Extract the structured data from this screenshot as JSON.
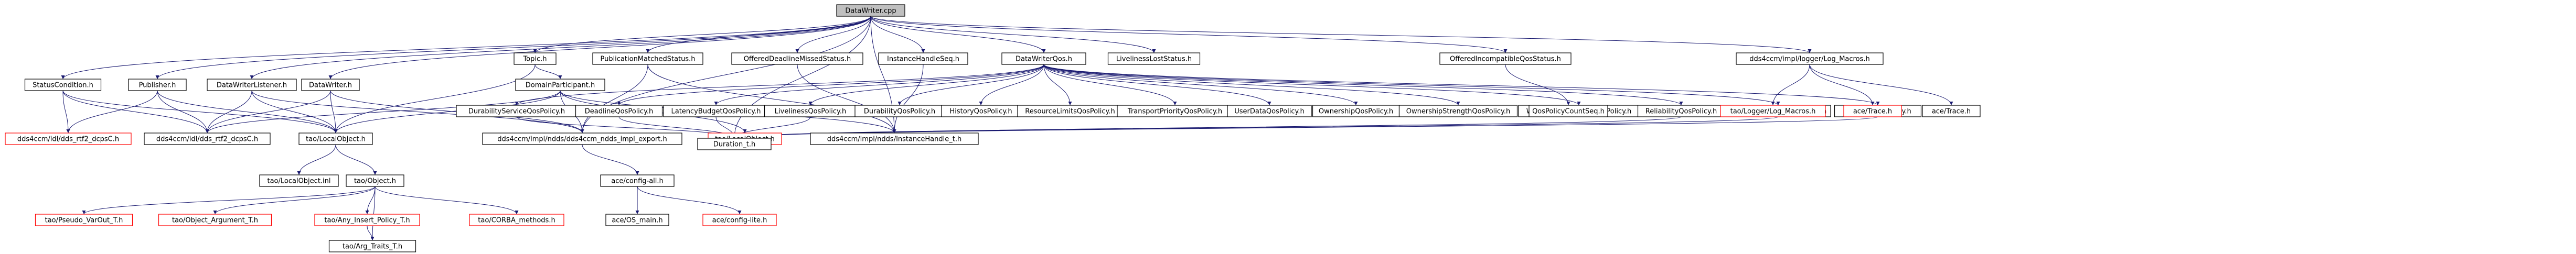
{
  "diagram": {
    "type": "include-dependency-graph",
    "nodes": [
      {
        "id": "root",
        "label": "DataWriter.cpp",
        "kind": "root"
      },
      {
        "id": "StatusCondition",
        "label": "StatusCondition.h",
        "kind": "normal"
      },
      {
        "id": "Publisher",
        "label": "Publisher.h",
        "kind": "normal"
      },
      {
        "id": "DataWriterListener",
        "label": "DataWriterListener.h",
        "kind": "normal"
      },
      {
        "id": "DataWriterH",
        "label": "DataWriter.h",
        "kind": "normal"
      },
      {
        "id": "TopicH",
        "label": "Topic.h",
        "kind": "normal"
      },
      {
        "id": "DomainParticipant",
        "label": "DomainParticipant.h",
        "kind": "normal"
      },
      {
        "id": "PubMatched",
        "label": "PublicationMatchedStatus.h",
        "kind": "normal"
      },
      {
        "id": "OfferedDeadline",
        "label": "OfferedDeadlineMissedStatus.h",
        "kind": "normal"
      },
      {
        "id": "InstanceHandleSeq",
        "label": "InstanceHandleSeq.h",
        "kind": "normal"
      },
      {
        "id": "dcps_stub",
        "label": "dds4ccm/idl/dds_rtf2_dcpsC.h",
        "kind": "missing"
      },
      {
        "id": "dcps_dir",
        "label": "dds4ccm/idl/dds_rtf2_dcpsC.h",
        "kind": "normal"
      },
      {
        "id": "LocalObject",
        "label": "tao/LocalObject.h",
        "kind": "normal"
      },
      {
        "id": "ndds_export",
        "label": "dds4ccm/impl/ndds/dds4ccm_ndds_impl_export.h",
        "kind": "normal"
      },
      {
        "id": "LocalObject2",
        "label": "tao/LocalObject.h",
        "kind": "missing"
      },
      {
        "id": "InstanceHandle",
        "label": "dds4ccm/impl/ndds/InstanceHandle_t.h",
        "kind": "normal"
      },
      {
        "id": "LocalObjectInl",
        "label": "tao/LocalObject.inl",
        "kind": "normal"
      },
      {
        "id": "ObjectH",
        "label": "tao/Object.h",
        "kind": "normal"
      },
      {
        "id": "PseudoVarOut",
        "label": "tao/Pseudo_VarOut_T.h",
        "kind": "missing"
      },
      {
        "id": "ObjArgument",
        "label": "tao/Object_Argument_T.h",
        "kind": "missing"
      },
      {
        "id": "AnyInsert",
        "label": "tao/Any_Insert_Policy_T.h",
        "kind": "missing"
      },
      {
        "id": "CorbaMethods",
        "label": "tao/CORBA_methods.h",
        "kind": "missing"
      },
      {
        "id": "ArgTraits",
        "label": "tao/Arg_Traits_T.h",
        "kind": "normal"
      },
      {
        "id": "AceConfigAll",
        "label": "ace/config-all.h",
        "kind": "normal"
      },
      {
        "id": "AceOSmain",
        "label": "ace/OS_main.h",
        "kind": "normal"
      },
      {
        "id": "AceConfigLite",
        "label": "ace/config-lite.h",
        "kind": "missing"
      },
      {
        "id": "DataWriterQos",
        "label": "DataWriterQos.h",
        "kind": "normal"
      },
      {
        "id": "LivelinessLost",
        "label": "LivelinessLostStatus.h",
        "kind": "normal"
      },
      {
        "id": "OfferedIncompat",
        "label": "OfferedIncompatibleQosStatus.h",
        "kind": "normal"
      },
      {
        "id": "LoggerMacros",
        "label": "dds4ccm/impl/logger/Log_Macros.h",
        "kind": "normal"
      },
      {
        "id": "DurabilityService",
        "label": "DurabilityServiceQosPolicy.h",
        "kind": "normal"
      },
      {
        "id": "Deadline",
        "label": "DeadlineQosPolicy.h",
        "kind": "normal"
      },
      {
        "id": "LatencyBudget",
        "label": "LatencyBudgetQosPolicy.h",
        "kind": "normal"
      },
      {
        "id": "Liveliness",
        "label": "LivelinessQosPolicy.h",
        "kind": "normal"
      },
      {
        "id": "Durability",
        "label": "DurabilityQosPolicy.h",
        "kind": "normal"
      },
      {
        "id": "History",
        "label": "HistoryQosPolicy.h",
        "kind": "normal"
      },
      {
        "id": "ResourceLimits",
        "label": "ResourceLimitsQosPolicy.h",
        "kind": "normal"
      },
      {
        "id": "TransportPriority",
        "label": "TransportPriorityQosPolicy.h",
        "kind": "normal"
      },
      {
        "id": "UserData",
        "label": "UserDataQosPolicy.h",
        "kind": "normal"
      },
      {
        "id": "Ownership",
        "label": "OwnershipQosPolicy.h",
        "kind": "normal"
      },
      {
        "id": "OwnershipStrength",
        "label": "OwnershipStrengthQosPolicy.h",
        "kind": "normal"
      },
      {
        "id": "WriterDataLifecycle",
        "label": "WriterDataLifecycleQosPolicy.h",
        "kind": "normal"
      },
      {
        "id": "Reliability",
        "label": "ReliabilityQosPolicy.h",
        "kind": "normal"
      },
      {
        "id": "DestinationOrder",
        "label": "DestinationOrderQosPolicy.h",
        "kind": "normal"
      },
      {
        "id": "Lifespan",
        "label": "LifespanQosPolicy.h",
        "kind": "normal"
      },
      {
        "id": "QosPolicyCountSeq",
        "label": "QosPolicyCountSeq.h",
        "kind": "normal"
      },
      {
        "id": "Duration",
        "label": "Duration_t.h",
        "kind": "normal"
      },
      {
        "id": "TaoLogger",
        "label": "tao/Logger/Log_Macros.h",
        "kind": "missing"
      },
      {
        "id": "AceTrace",
        "label": "ace/Trace.h",
        "kind": "missing"
      },
      {
        "id": "AceTrace2",
        "label": "ace/Trace.h",
        "kind": "normal"
      }
    ],
    "edges": [
      [
        "root",
        "StatusCondition"
      ],
      [
        "root",
        "Publisher"
      ],
      [
        "root",
        "DataWriterListener"
      ],
      [
        "root",
        "DataWriterH"
      ],
      [
        "root",
        "TopicH"
      ],
      [
        "root",
        "PubMatched"
      ],
      [
        "root",
        "OfferedDeadline"
      ],
      [
        "root",
        "InstanceHandleSeq"
      ],
      [
        "root",
        "DataWriterQos"
      ],
      [
        "root",
        "LivelinessLost"
      ],
      [
        "root",
        "OfferedIncompat"
      ],
      [
        "root",
        "LoggerMacros"
      ],
      [
        "root",
        "InstanceHandle"
      ],
      [
        "root",
        "Duration"
      ],
      [
        "root",
        "ndds_export"
      ],
      [
        "StatusCondition",
        "dcps_stub"
      ],
      [
        "StatusCondition",
        "dcps_dir"
      ],
      [
        "StatusCondition",
        "LocalObject"
      ],
      [
        "Publisher",
        "dcps_stub"
      ],
      [
        "Publisher",
        "dcps_dir"
      ],
      [
        "Publisher",
        "LocalObject"
      ],
      [
        "DataWriterListener",
        "dcps_dir"
      ],
      [
        "DataWriterListener",
        "LocalObject"
      ],
      [
        "DataWriterListener",
        "ndds_export"
      ],
      [
        "DataWriterH",
        "dcps_dir"
      ],
      [
        "DataWriterH",
        "LocalObject"
      ],
      [
        "DataWriterH",
        "ndds_export"
      ],
      [
        "TopicH",
        "DomainParticipant"
      ],
      [
        "TopicH",
        "LocalObject"
      ],
      [
        "DomainParticipant",
        "dcps_dir"
      ],
      [
        "DomainParticipant",
        "LocalObject"
      ],
      [
        "DomainParticipant",
        "ndds_export"
      ],
      [
        "DomainParticipant",
        "LocalObject2"
      ],
      [
        "DomainParticipant",
        "InstanceHandle"
      ],
      [
        "PubMatched",
        "ndds_export"
      ],
      [
        "PubMatched",
        "InstanceHandle"
      ],
      [
        "OfferedDeadline",
        "InstanceHandle"
      ],
      [
        "InstanceHandleSeq",
        "InstanceHandle"
      ],
      [
        "LocalObject",
        "LocalObjectInl"
      ],
      [
        "LocalObject",
        "ObjectH"
      ],
      [
        "ObjectH",
        "PseudoVarOut"
      ],
      [
        "ObjectH",
        "ObjArgument"
      ],
      [
        "ObjectH",
        "AnyInsert"
      ],
      [
        "ObjectH",
        "CorbaMethods"
      ],
      [
        "ObjectH",
        "ArgTraits"
      ],
      [
        "AnyInsert",
        "ArgTraits"
      ],
      [
        "ndds_export",
        "AceConfigAll"
      ],
      [
        "AceConfigAll",
        "AceOSmain"
      ],
      [
        "AceConfigAll",
        "AceConfigLite"
      ],
      [
        "DataWriterQos",
        "DurabilityService"
      ],
      [
        "DataWriterQos",
        "Deadline"
      ],
      [
        "DataWriterQos",
        "LatencyBudget"
      ],
      [
        "DataWriterQos",
        "Liveliness"
      ],
      [
        "DataWriterQos",
        "Durability"
      ],
      [
        "DataWriterQos",
        "History"
      ],
      [
        "DataWriterQos",
        "ResourceLimits"
      ],
      [
        "DataWriterQos",
        "TransportPriority"
      ],
      [
        "DataWriterQos",
        "UserData"
      ],
      [
        "DataWriterQos",
        "Ownership"
      ],
      [
        "DataWriterQos",
        "OwnershipStrength"
      ],
      [
        "DataWriterQos",
        "WriterDataLifecycle"
      ],
      [
        "DataWriterQos",
        "Reliability"
      ],
      [
        "DataWriterQos",
        "DestinationOrder"
      ],
      [
        "DataWriterQos",
        "Lifespan"
      ],
      [
        "DurabilityService",
        "Duration"
      ],
      [
        "Deadline",
        "Duration"
      ],
      [
        "LatencyBudget",
        "Duration"
      ],
      [
        "Liveliness",
        "Duration"
      ],
      [
        "Reliability",
        "Duration"
      ],
      [
        "DestinationOrder",
        "Duration"
      ],
      [
        "Lifespan",
        "Duration"
      ],
      [
        "OfferedIncompat",
        "QosPolicyCountSeq"
      ],
      [
        "LoggerMacros",
        "TaoLogger"
      ],
      [
        "LoggerMacros",
        "AceTrace"
      ],
      [
        "LoggerMacros",
        "AceTrace2"
      ]
    ]
  },
  "colors": {
    "background": "#ffffff",
    "edge": "#191970",
    "node_border": "#000000",
    "missing_border": "#ff0000",
    "root_fill": "#bfbfbf",
    "node_fill": "#ffffff",
    "text": "#000000"
  }
}
